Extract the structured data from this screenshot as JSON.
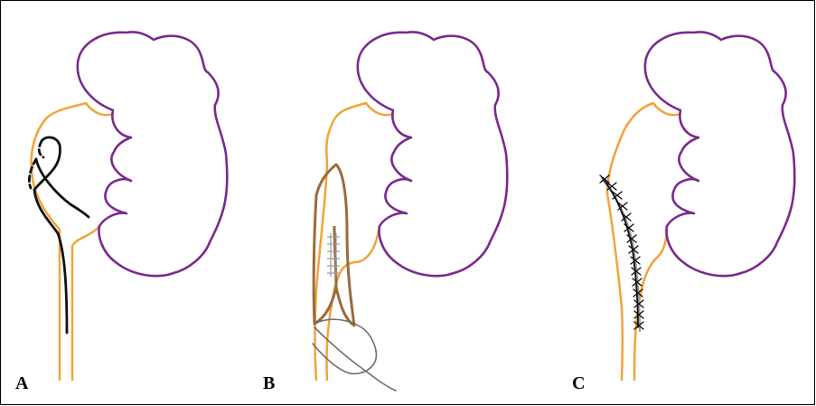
{
  "figure": {
    "panels": [
      {
        "id": "A",
        "label": "A"
      },
      {
        "id": "B",
        "label": "B"
      },
      {
        "id": "C",
        "label": "C"
      }
    ]
  },
  "colors": {
    "kidney_outline": "#7b2a8e",
    "renal_pelvis_ureter": "#f2a33a",
    "suture_dark": "#111111",
    "flap_brown": "#9b6a3a",
    "thread_gray": "#6f6f6f",
    "stitch_gray": "#9a9a9a",
    "border": "#000000"
  },
  "icons": {
    "kidney": "kidney-outline",
    "pelvis": "renal-pelvis-ureter",
    "stitch": "suture-stitch"
  }
}
